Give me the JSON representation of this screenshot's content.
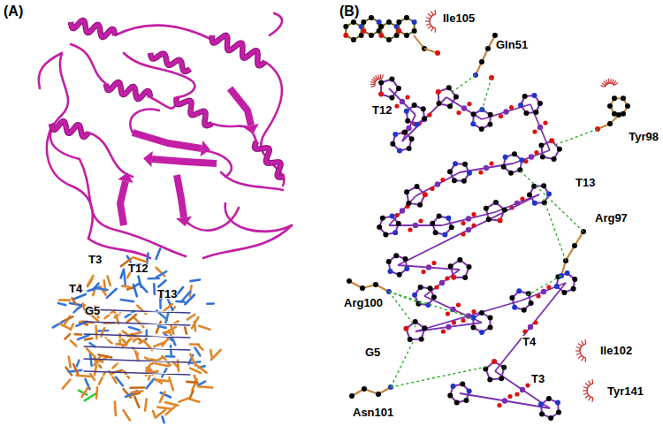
{
  "diagram": {
    "labels": [
      "(A)",
      "(B)",
      "T3",
      "T12",
      "T4",
      "T13",
      "G5",
      "Ile105",
      "Gln51",
      "T12",
      "Tyr98",
      "T13",
      "Arg97",
      "Arg100",
      "T4",
      "Ile102",
      "G5",
      "T3",
      "Tyr141",
      "Asn101"
    ]
  }
}
